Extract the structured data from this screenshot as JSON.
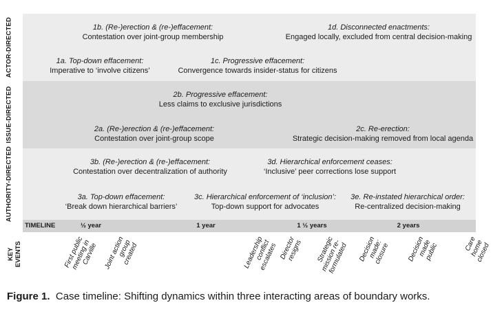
{
  "areas": {
    "actor": "ACTOR-DIRECTED",
    "issue": "ISSUE-DIRECTED",
    "authority": "AUTHORITY-DIRECTED"
  },
  "cells": {
    "c1b": {
      "title": "1b. (Re-)erection & (re-)effacement:",
      "desc": "Contestation over joint-group membership"
    },
    "c1d": {
      "title": "1d. Disconnected enactments:",
      "desc": "Engaged locally, excluded from central decision-making"
    },
    "c1a": {
      "title": "1a. Top-down effacement:",
      "desc": "Imperative to ‘involve citizens’"
    },
    "c1c": {
      "title": "1c. Progressive effacement:",
      "desc": "Convergence towards insider-status for citizens"
    },
    "c2b": {
      "title": "2b. Progressive effacement:",
      "desc": "Less claims to exclusive jurisdictions"
    },
    "c2a": {
      "title": "2a. (Re-)erection & (re-)effacement:",
      "desc": "Contestation over joint-group scope"
    },
    "c2c": {
      "title": "2c. Re-erection:",
      "desc": "Strategic decision-making removed from local agenda"
    },
    "c3b": {
      "title": "3b. (Re-)erection & (re-)effacement:",
      "desc": "Contestation over decentralization of authority"
    },
    "c3d": {
      "title": "3d. Hierarchical enforcement ceases:",
      "desc": "‘Inclusive’ peer corrections lose support"
    },
    "c3a": {
      "title": "3a. Top-down effacement:",
      "desc": "‘Break down hierarchical barriers’"
    },
    "c3c": {
      "title": "3c. Hierarchical enforcement of ‘inclusion’:",
      "desc": "Top-down support for advocates"
    },
    "c3e": {
      "title": "3e. Re-instated hierarchical order:",
      "desc": "Re-centralized decision-making"
    }
  },
  "timeline": {
    "label": "TIMELINE",
    "marks": [
      "½ year",
      "1 year",
      "1 ½ years",
      "2 years"
    ]
  },
  "key_events": {
    "label_line1": "KEY",
    "label_line2": "EVENTS",
    "events": [
      "First public\nmeeting in\nCarville",
      "Joint action\ngroup\ncreated",
      "Leadership\nconflict\nescalates",
      "Director\nresigns",
      "Strategic\nmission re-\nformulated",
      "Decision\nmade:\nclosure",
      "Decision\nmade\npublic",
      "Care\nhome\nclosed"
    ]
  },
  "caption": {
    "label": "Figure 1.",
    "text": "Case timeline: Shifting dynamics within three interacting areas of boundary works."
  }
}
